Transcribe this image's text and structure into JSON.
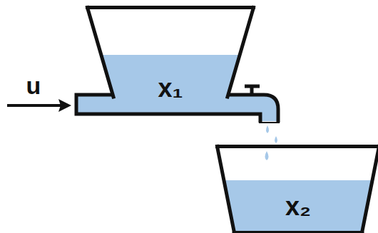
{
  "diagram": {
    "nodes": [
      {
        "text": [
          "x₁"
        ]
      },
      {
        "text": [
          "x₂"
        ]
      }
    ],
    "labels": [
      "u"
    ]
  }
}
